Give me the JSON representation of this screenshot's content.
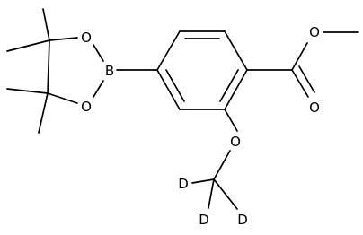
{
  "molecule": {
    "atom_labels": {
      "o_ring_top": "O",
      "o_ring_bottom": "O",
      "boron": "B",
      "o_carbonyl": "O",
      "o_ester": "O",
      "o_methoxy": "O",
      "d_left": "D",
      "d_bottom": "D",
      "d_right": "D"
    }
  }
}
